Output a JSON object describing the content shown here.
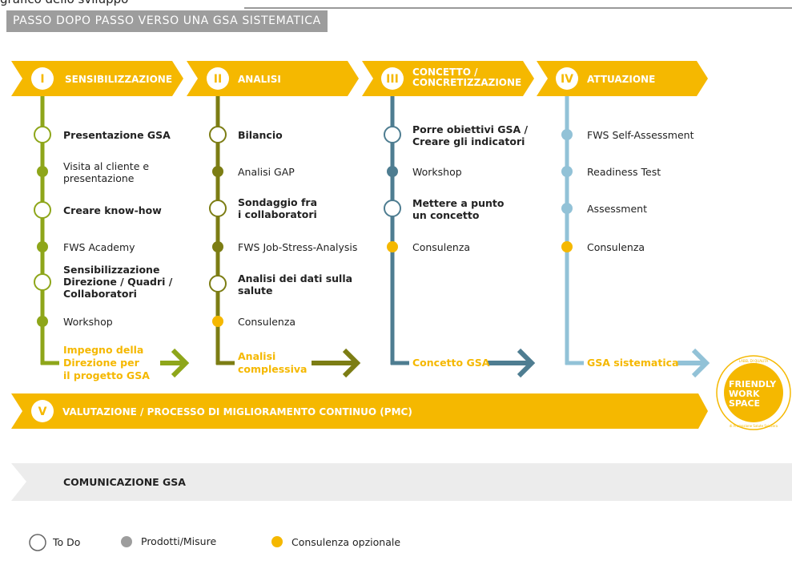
{
  "top_fragment": "grafico dello sviluppo",
  "header_title": "PASSO DOPO PASSO VERSO UNA GSA SISTEMATICA",
  "colors": {
    "yellow": "#f5b800",
    "green1": "#8ea61a",
    "green2": "#7c7d14",
    "blue_dark": "#4e7d91",
    "blue_light": "#92c2d7",
    "grey": "#9d9d9d"
  },
  "phases": [
    {
      "numeral": "I",
      "title": "SENSIBILIZZAZIONE",
      "items": [
        "Presentazione GSA",
        "Visita al cliente e\npresentazione",
        "Creare know-how",
        "FWS Academy",
        "Sensibilizzazione\nDirezione / Quadri /\nCollaboratori",
        "Workshop"
      ],
      "result": "Impegno della\nDirezione per\nil progetto GSA"
    },
    {
      "numeral": "II",
      "title": "ANALISI",
      "items": [
        "Bilancio",
        "Analisi GAP",
        "Sondaggio fra\ni collaboratori",
        "FWS Job-Stress-Analysis",
        "Analisi dei dati sulla\nsalute",
        "Consulenza"
      ],
      "result": "Analisi\ncomplessiva"
    },
    {
      "numeral": "III",
      "title": "CONCETTO /\nCONCRETIZZAZIONE",
      "items": [
        "Porre obiettivi GSA /\nCreare gli indicatori",
        "Workshop",
        "Mettere a punto\nun concetto",
        "Consulenza"
      ],
      "result": "Concetto GSA"
    },
    {
      "numeral": "IV",
      "title": "ATTUAZIONE",
      "items": [
        "FWS Self-Assessment",
        "Readiness Test",
        "Assessment",
        "Consulenza"
      ],
      "result": "GSA sistematica"
    }
  ],
  "phase_v": {
    "numeral": "V",
    "title": "VALUTAZIONE / PROCESSO DI MIGLIORAMENTO CONTINUO (PMC)"
  },
  "badge": {
    "line1": "FRIENDLY",
    "line2": "WORK",
    "line3": "SPACE",
    "ring_top": "LABEL DI QUALITÀ",
    "ring_bottom": "di Promozione Salute Svizzera"
  },
  "communication": "COMUNICAZIONE GSA",
  "legend": {
    "todo": "To Do",
    "products": "Prodotti/Misure",
    "consulting": "Consulenza opzionale"
  }
}
